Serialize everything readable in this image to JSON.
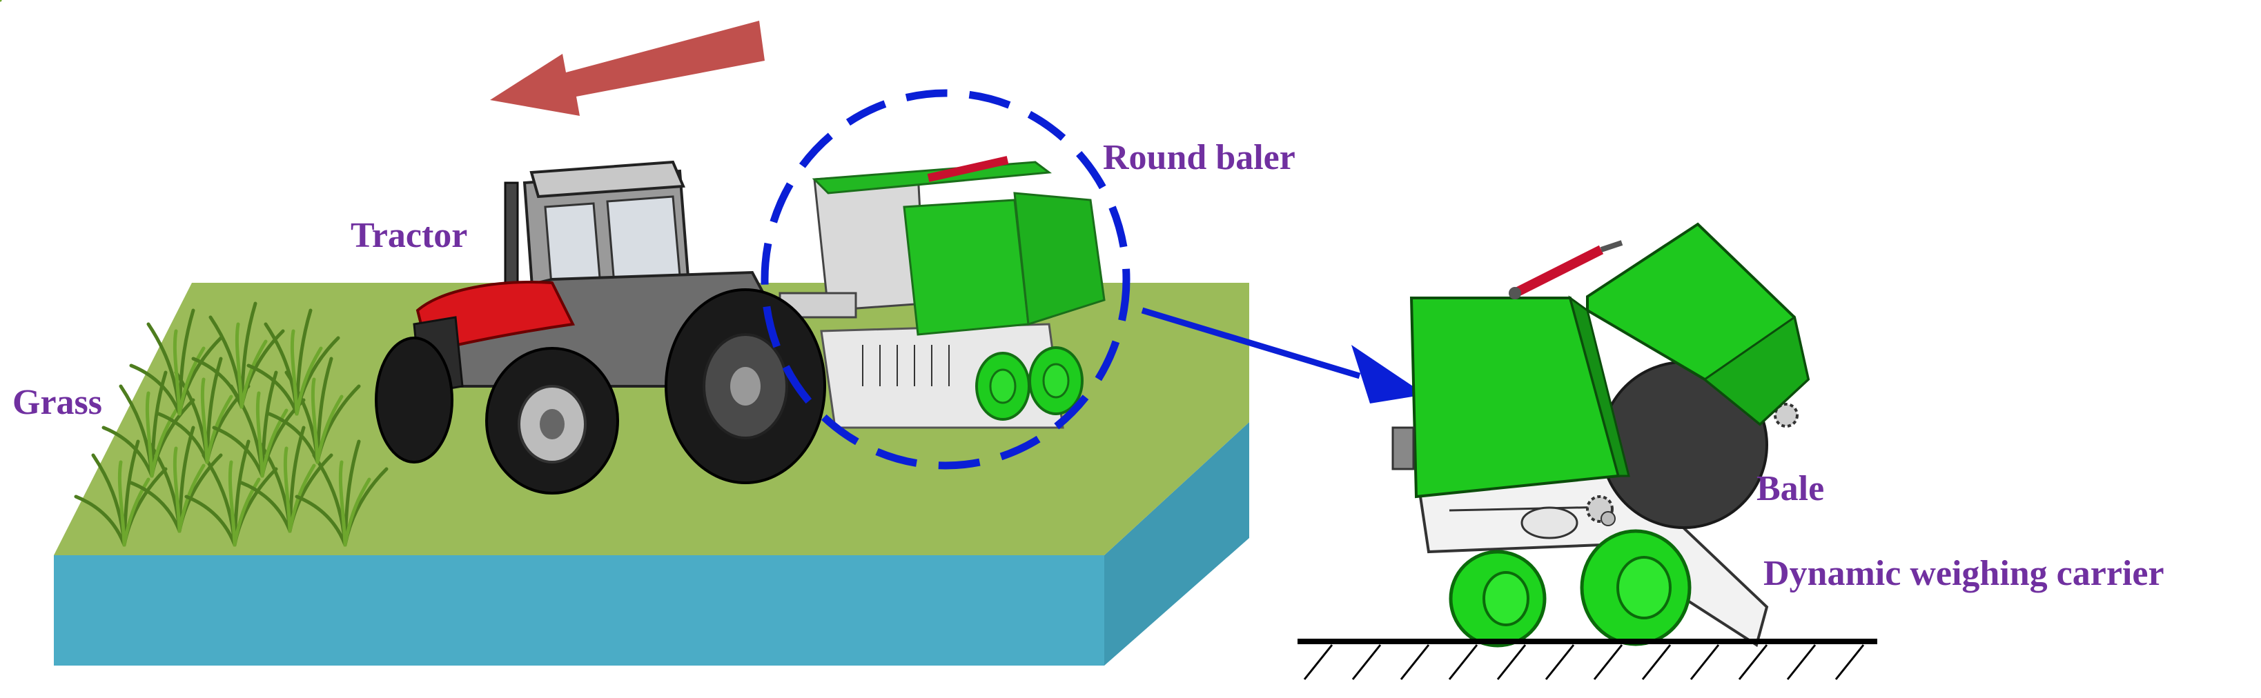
{
  "labels": {
    "grass": "Grass",
    "tractor": "Tractor",
    "round_baler": "Round baler",
    "bale": "Bale",
    "carrier": "Dynamic weighing carrier"
  },
  "colors": {
    "label": "#7030a0",
    "field_top": "#9bbb59",
    "field_side": "#4bacc6",
    "baler_green": "#1ec81e",
    "tractor_red": "#d9151b",
    "direction_arrow": "#c0504d",
    "highlight_circle": "#0a1fd6",
    "bale": "#3a3a3a"
  }
}
